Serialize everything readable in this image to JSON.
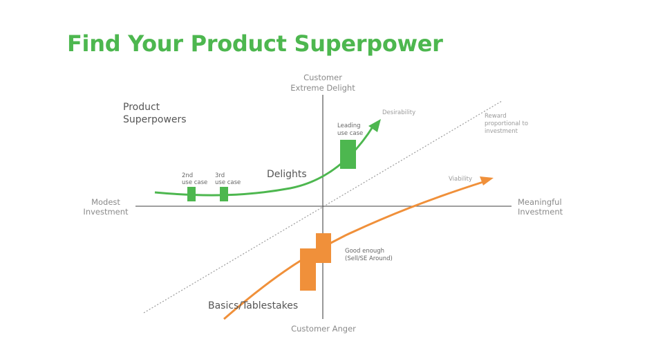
{
  "title": "Find Your Product Superpower",
  "colors": {
    "title": "#4db74f",
    "delight_curve": "#4db74f",
    "basics_curve": "#f0903a",
    "axis": "#666666",
    "reference_line": "#999999"
  },
  "axes": {
    "top": [
      "Customer",
      "Extreme Delight"
    ],
    "bottom": "Customer Anger",
    "left": [
      "Modest",
      "Investment"
    ],
    "right": [
      "Meaningful",
      "Investment"
    ]
  },
  "labels": {
    "product_superpowers": [
      "Product",
      "Superpowers"
    ],
    "delights": "Delights",
    "basics": "Basics/Tablestakes",
    "desirability": "Desirability",
    "viability": "Viability",
    "reward": [
      "Reward",
      "proportional to",
      "investment"
    ],
    "leading_use_case": [
      "Leading",
      "use case"
    ],
    "second_use_case": [
      "2nd",
      "use case"
    ],
    "third_use_case": [
      "3rd",
      "use case"
    ],
    "good_enough": [
      "Good enough",
      "(Sell/SE Around)"
    ]
  },
  "icons": {
    "desirability_arrow": "arrow-head-icon",
    "viability_arrow": "arrow-head-icon"
  }
}
